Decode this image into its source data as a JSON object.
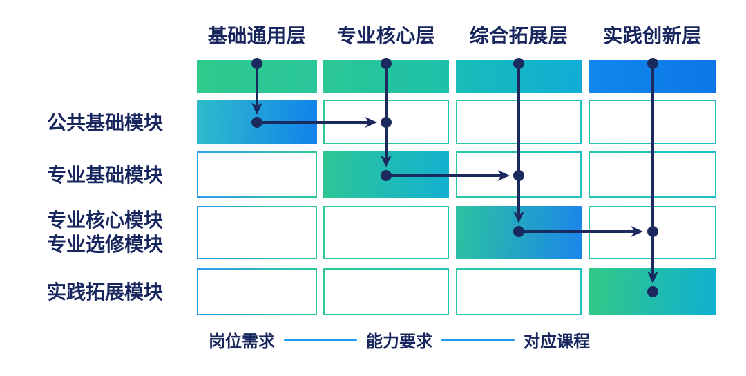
{
  "diagram": {
    "columns": [
      {
        "label": "基础通用层"
      },
      {
        "label": "专业核心层"
      },
      {
        "label": "综合拓展层"
      },
      {
        "label": "实践创新层"
      }
    ],
    "rows": [
      {
        "labels": [
          "公共基础模块",
          ""
        ],
        "filled_column": 1
      },
      {
        "labels": [
          "专业基础模块",
          ""
        ],
        "filled_column": 2
      },
      {
        "labels": [
          "专业核心模块",
          "专业选修模块"
        ],
        "filled_column": 3
      },
      {
        "labels": [
          "实践拓展模块",
          ""
        ],
        "filled_column": 4
      }
    ],
    "flow_arrows": [
      {
        "from": "基础通用层",
        "to": "公共基础模块"
      },
      {
        "from": "公共基础模块",
        "to": "专业核心层"
      },
      {
        "from": "专业核心层",
        "to": "专业基础模块"
      },
      {
        "from": "专业基础模块",
        "to": "综合拓展层"
      },
      {
        "from": "综合拓展层",
        "to": "专业核心模块/专业选修模块"
      },
      {
        "from": "专业核心模块/专业选修模块",
        "to": "实践创新层"
      },
      {
        "from": "实践创新层",
        "to": "实践拓展模块"
      }
    ],
    "legend": {
      "items": [
        "岗位需求",
        "能力要求",
        "对应课程"
      ]
    },
    "colors": {
      "text_navy": "#18265e",
      "arrow_navy": "#1b2a5e",
      "legend_line_blue": "#1e9af2",
      "gradient_green": "#2ecb8e",
      "gradient_teal": "#12b2cf",
      "gradient_blue": "#0d7ce8"
    }
  }
}
